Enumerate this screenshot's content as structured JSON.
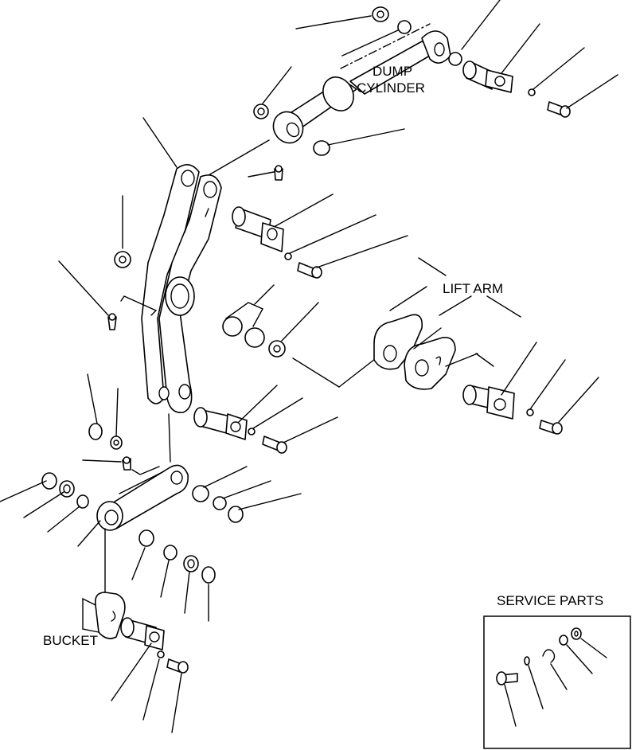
{
  "labels": {
    "dump_cylinder_line1": "DUMP",
    "dump_cylinder_line2": "CYLINDER",
    "lift_arm": "LIFT ARM",
    "bucket": "BUCKET",
    "service_parts": "SERVICE PARTS"
  }
}
